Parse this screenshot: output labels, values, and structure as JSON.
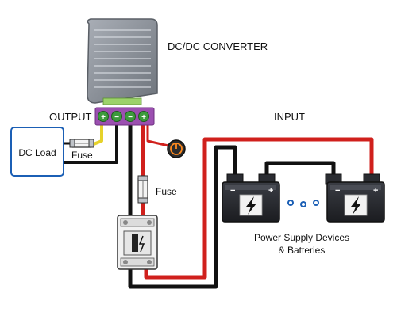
{
  "labels": {
    "converter": "DC/DC CONVERTER",
    "output": "OUTPUT",
    "input": "INPUT",
    "dc_load": "DC Load",
    "fuse_output": "Fuse",
    "fuse_input": "Fuse",
    "power_supply_line1": "Power Supply Devices",
    "power_supply_line2": "& Batteries"
  },
  "terminals": [
    "+",
    "−",
    "−",
    "+"
  ],
  "icons": [
    "converter-icon",
    "fuse-icon",
    "power-switch-icon",
    "circuit-breaker-icon",
    "battery-icon",
    "lightning-icon",
    "dc-load-box"
  ],
  "colors": {
    "wire_positive": "#d0201c",
    "wire_negative": "#111111",
    "wire_output_positive": "#e6d22a",
    "terminal_block": "#9b4fb0",
    "dc_load_border": "#1b5fb5",
    "converter_body": "#8a9099",
    "battery_body": "#2a2c31"
  }
}
